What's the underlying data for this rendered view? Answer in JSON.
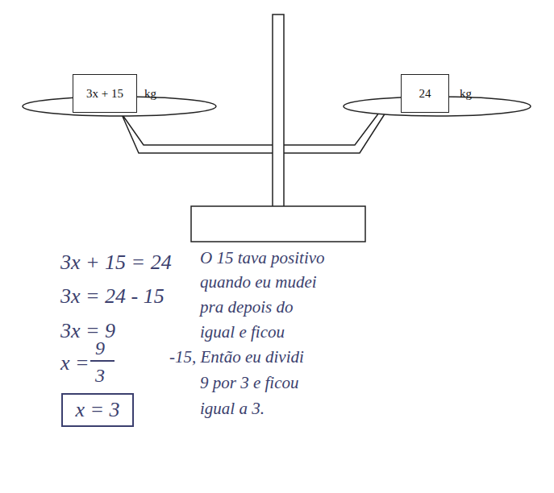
{
  "diagram": {
    "nodes": [
      {
        "text": [
          "3x + 15",
          "kg"
        ]
      },
      {
        "text": [
          "24",
          "kg"
        ]
      },
      {
        "text": [
          "x = 3"
        ]
      }
    ],
    "labels": [
      "3x + 15 = 24",
      "3x = 24 - 15",
      "3x = 9",
      "x =",
      "9",
      "3",
      "O 15 tava positivo",
      "quando eu mudei",
      "pra depois do",
      "igual e ficou",
      "-15, Então eu dividi",
      "9 por 3 e ficou",
      "igual a 3."
    ]
  }
}
